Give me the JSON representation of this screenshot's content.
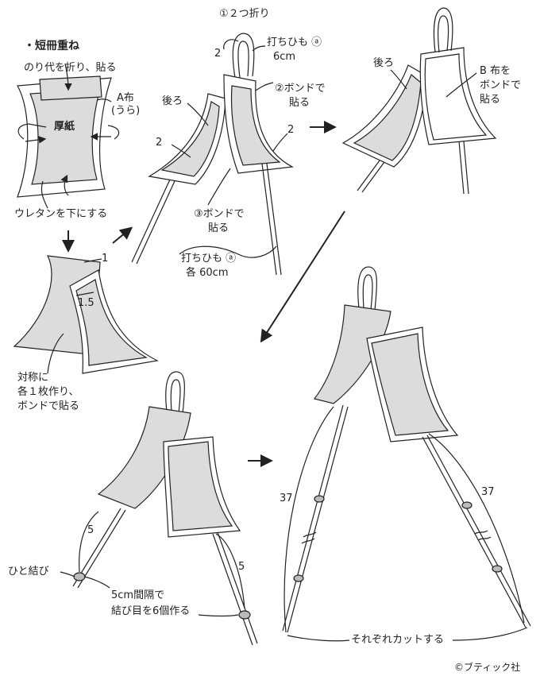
{
  "step1": {
    "heading": "・短冊重ね",
    "fold_glue": "のり代を折り、貼る",
    "cloth_a_line1": "A布",
    "cloth_a_line2": "(うら)",
    "cardboard": "厚紙",
    "urethane": "ウレタンを下にする"
  },
  "step2": {
    "dim_top": "1",
    "dim_side": "1.5",
    "note_line1": "対称に",
    "note_line2": "各１枚作り、",
    "note_line3": "ボンドで貼る"
  },
  "step3": {
    "fold_half": "①２つ折り",
    "cord_top_line1": "打ちひも ⓐ",
    "cord_top_line2": "6cm",
    "bond2_line1": "②ボンドで",
    "bond2_line2": "貼る",
    "back": "後ろ",
    "dim_2a": "2",
    "dim_2b": "2",
    "dim_2c": "2",
    "bond3_line1": "③ボンドで",
    "bond3_line2": "貼る",
    "cord_bottom_line1": "打ちひも ⓐ",
    "cord_bottom_line2": "各 60cm"
  },
  "step4": {
    "back": "後ろ",
    "cloth_b_line1": "B 布を",
    "cloth_b_line2": "ボンドで",
    "cloth_b_line3": "貼る"
  },
  "step5": {
    "dim_left": "5",
    "dim_right": "5",
    "knot": "ひと結び",
    "knots_line1": "5cm間隔で",
    "knots_line2": "結び目を6個作る"
  },
  "step6": {
    "dim_left": "37",
    "dim_right": "37",
    "cut": "それぞれカットする"
  },
  "copyright": "©ブティック社",
  "colors": {
    "fill": "#dcdcdc",
    "stroke": "#222222"
  }
}
